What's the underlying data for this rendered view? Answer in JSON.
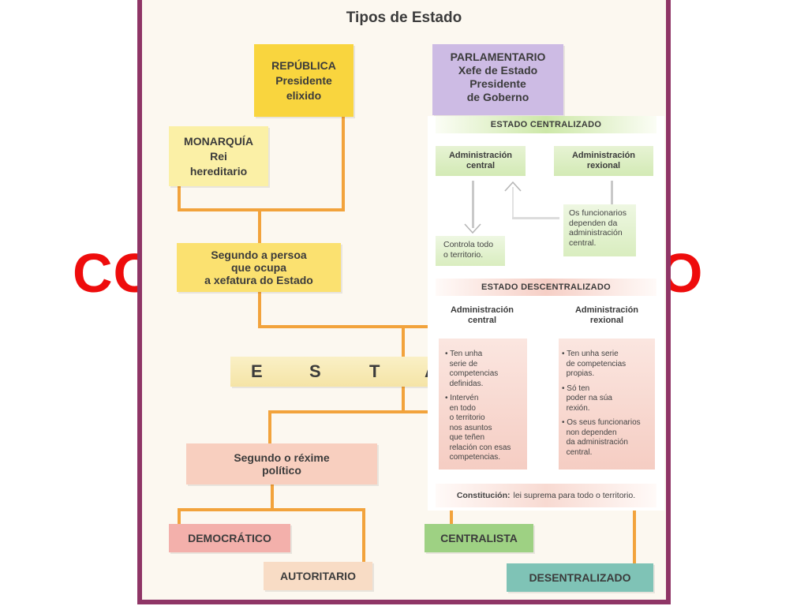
{
  "background_text": {
    "left": "CO",
    "right": "O"
  },
  "diagram": {
    "title": "Tipos de Estado",
    "republica": {
      "title": "REPÚBLICA",
      "line1": "Presidente",
      "line2": "elixido"
    },
    "parlamentario": {
      "title": "PARLAMENTARIO",
      "line1": "Xefe de Estado",
      "line2": "Presidente",
      "line3": "de Goberno"
    },
    "monarquia": {
      "title": "MONARQUÍA",
      "line1": "Rei",
      "line2": "hereditario"
    },
    "segundo_persoa": {
      "line1": "Segundo a persoa",
      "line2": "que ocupa",
      "line3": "a xefatura do Estado"
    },
    "estado_letters": [
      "E",
      "S",
      "T",
      "A"
    ],
    "segundo_rexime": {
      "line1": "Segundo o réxime",
      "line2": "político"
    },
    "democratico": "DEMOCRÁTICO",
    "autoritario": "AUTORITARIO",
    "centralista": "CENTRALISTA",
    "desentralizado": "DESENTRALIZADO"
  },
  "overlay": {
    "centralizado": {
      "title": "ESTADO CENTRALIZADO",
      "admin_central": {
        "line1": "Administración",
        "line2": "central"
      },
      "admin_rexional": {
        "line1": "Administración",
        "line2": "rexional"
      },
      "controla": {
        "line1": "Controla todo",
        "line2": "o territorio."
      },
      "funcionarios": {
        "line1": "Os funcionarios",
        "line2": "dependen da",
        "line3": "administración",
        "line4": "central."
      }
    },
    "descentralizado": {
      "title": "ESTADO DESCENTRALIZADO",
      "admin_central": {
        "line1": "Administración",
        "line2": "central"
      },
      "admin_rexional": {
        "line1": "Administración",
        "line2": "rexional"
      },
      "central_items": [
        [
          "• Ten unha",
          "serie de",
          "competencias",
          "definidas."
        ],
        [
          "• Intervén",
          "en todo",
          "o territorio",
          "nos asuntos",
          "que teñen",
          "relación con esas",
          "competencias."
        ]
      ],
      "rexional_items": [
        [
          "• Ten unha serie",
          "de competencias",
          "propias."
        ],
        [
          "• Só ten",
          "poder na súa",
          "rexión."
        ],
        [
          "• Os seus funcionarios",
          "non dependen",
          "da administración",
          "central."
        ]
      ]
    },
    "constitucion": {
      "label": "Constitución:",
      "text": "lei suprema para todo o territorio."
    }
  }
}
